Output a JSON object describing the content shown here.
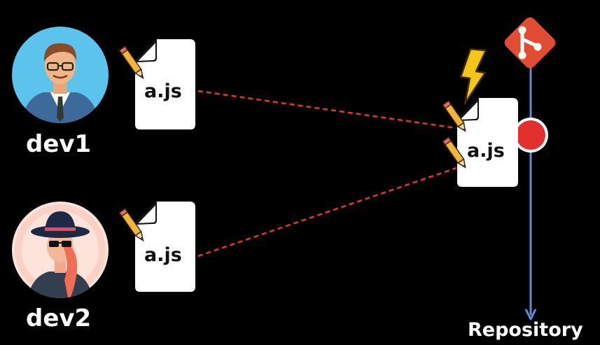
{
  "developers": [
    {
      "name": "dev1",
      "file": "a.js"
    },
    {
      "name": "dev2",
      "file": "a.js"
    }
  ],
  "repository": {
    "label": "Repository",
    "file": "a.js",
    "conflict_icon": "lightning-bolt-icon",
    "logo_icon": "git-logo-icon"
  },
  "colors": {
    "background": "#000000",
    "dashed_line": "#e0392f",
    "repo_line": "#5b8ed6",
    "commit_dot": "#e3302f",
    "git_logo": "#e24c33",
    "bolt": "#f5c518",
    "avatar1_bg": "#5cc3ec",
    "avatar2_bg": "#fde3d9"
  }
}
